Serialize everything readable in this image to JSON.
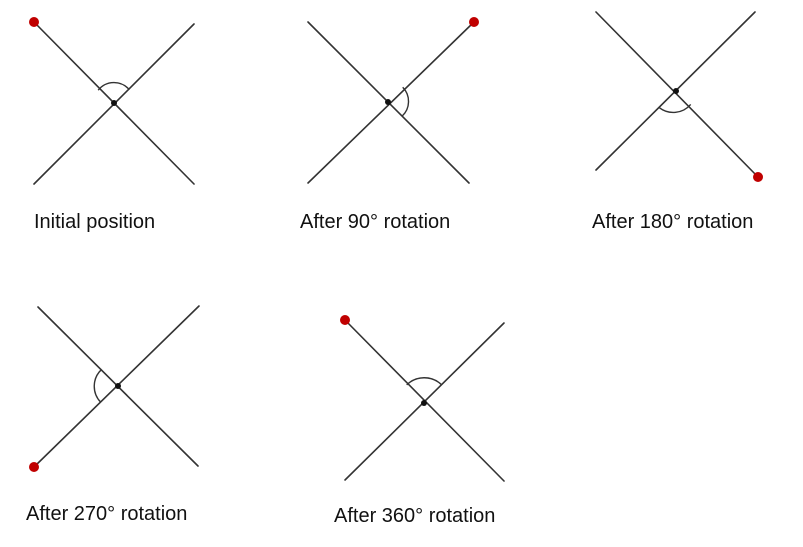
{
  "panels": [
    {
      "caption": "Initial position"
    },
    {
      "caption": "After 90° rotation"
    },
    {
      "caption": "After 180° rotation"
    },
    {
      "caption": "After 270° rotation"
    },
    {
      "caption": "After 360° rotation"
    }
  ],
  "colors": {
    "line": "#333333",
    "marker": "#c00000",
    "center": "#111111",
    "background": "#ffffff"
  }
}
